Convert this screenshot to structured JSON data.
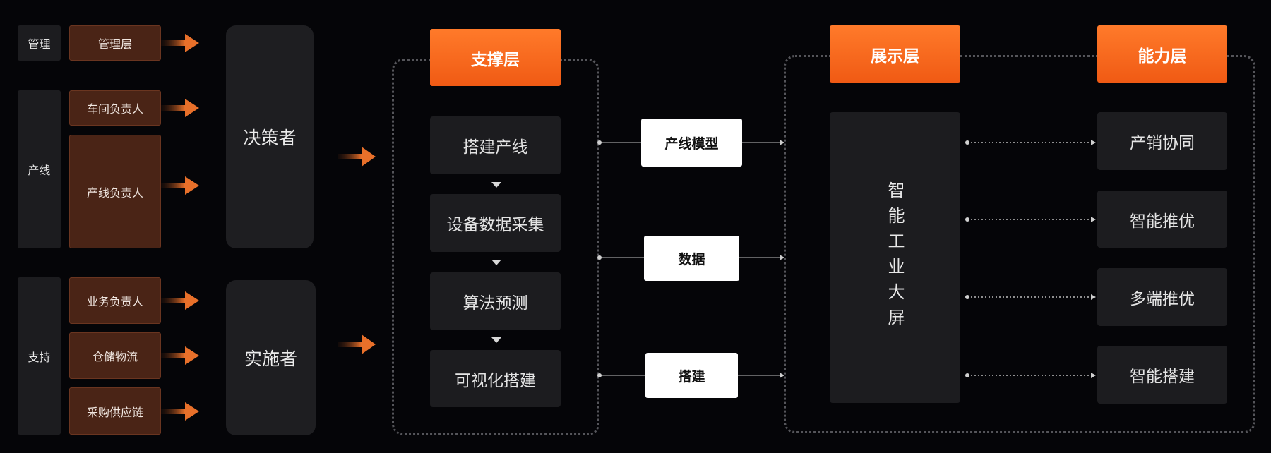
{
  "categories": {
    "management": "管理",
    "production_line": "产线",
    "support": "支持"
  },
  "roles": {
    "management_layer": "管理层",
    "workshop_lead": "车间负责人",
    "line_lead": "产线负责人",
    "business_lead": "业务负责人",
    "warehouse_logistics": "仓储物流",
    "procurement_supply": "采购供应链"
  },
  "actors": {
    "decision_maker": "决策者",
    "implementer": "实施者"
  },
  "support_layer": {
    "title": "支撑层",
    "steps": [
      "搭建产线",
      "设备数据采集",
      "算法预测",
      "可视化搭建"
    ]
  },
  "connectors": [
    "产线模型",
    "数据",
    "搭建"
  ],
  "display_layer": {
    "title": "展示层",
    "screen": "智能工业大屏"
  },
  "capability_layer": {
    "title": "能力层",
    "items": [
      "产销协同",
      "智能推优",
      "多端推优",
      "智能搭建"
    ]
  },
  "colors": {
    "accent": "#f26a1f",
    "role_fill": "#4a2416",
    "panel": "#1c1c1f",
    "background": "#050508"
  }
}
